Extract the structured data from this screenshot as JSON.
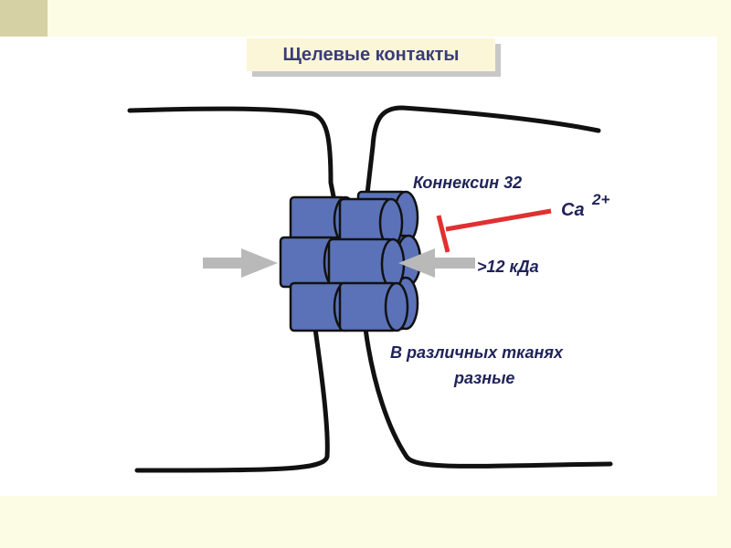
{
  "title": "Щелевые контакты",
  "labels": {
    "connexin": "Коннексин 32",
    "calcium_base": "Ca",
    "calcium_charge": "2+",
    "size_limit": ">12 кДа",
    "tissues_line1": "В различных тканях",
    "tissues_line2": "разные"
  },
  "colors": {
    "background": "#fcfbe3",
    "corner_block": "#d5d1a4",
    "title_box": "#fbf6d7",
    "title_text": "#3a3c78",
    "cylinder_fill": "#5b72b8",
    "cylinder_stroke": "#111111",
    "inhibitor_line": "#e03030",
    "arrow": "#b9b9b9",
    "label_text": "#1f2359",
    "membrane": "#111111"
  }
}
